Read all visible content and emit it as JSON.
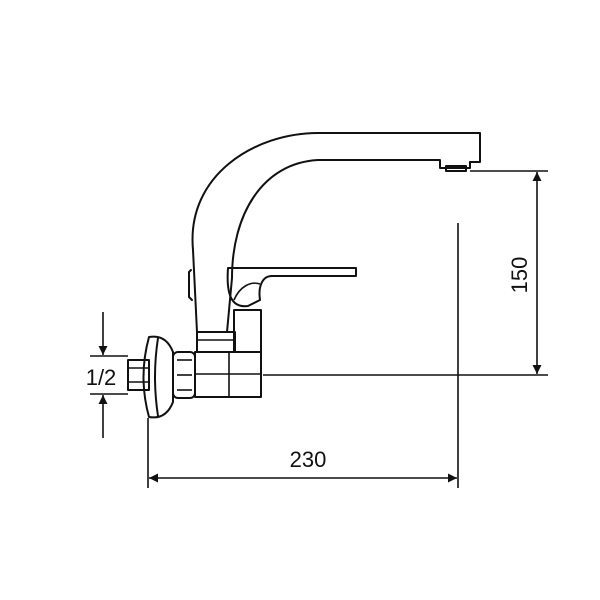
{
  "drawing": {
    "stroke_color": "#111111",
    "background": "#ffffff",
    "dimensions": {
      "width": "230",
      "height": "150",
      "thread": "1/2"
    }
  }
}
